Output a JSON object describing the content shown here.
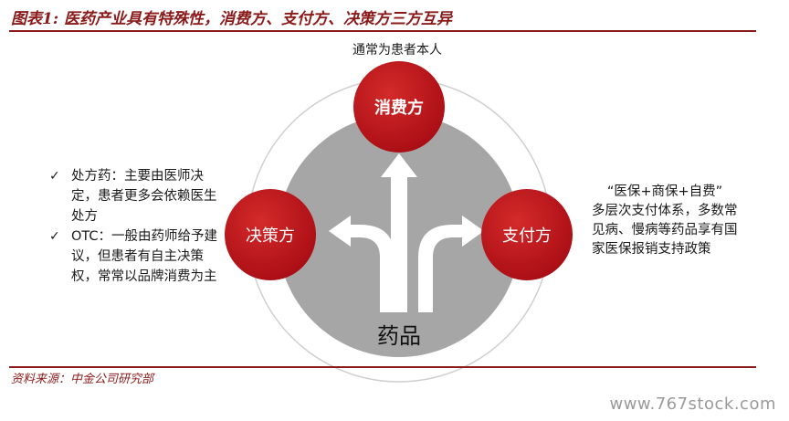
{
  "header": {
    "title": "图表1: 医药产业具有特殊性，消费方、支付方、决策方三方互异"
  },
  "diagram": {
    "center_label": "药品",
    "nodes": {
      "consumer": "消费方",
      "payer": "支付方",
      "decider": "决策方"
    },
    "consumer_note": "通常为患者本人",
    "left_notes": [
      {
        "bullet": "✓",
        "text": "处方药：主要由医师决定，患者更多会依赖医生处方"
      },
      {
        "bullet": "✓",
        "text": "OTC：一般由药师给予建议，但患者有自主决策权，常常以品牌消费为主"
      }
    ],
    "right_note": {
      "quote": "“医保+商保+自费”",
      "text": "多层次支付体系，多数常见病、慢病等药品享有国家医保报销支持政策"
    },
    "colors": {
      "node_red": "#c0141c",
      "center_gray": "#a6a6a6",
      "accent": "#8b1a1a"
    }
  },
  "footer": {
    "source": "资料来源：中金公司研究部",
    "watermark": "www.767stock.com"
  }
}
